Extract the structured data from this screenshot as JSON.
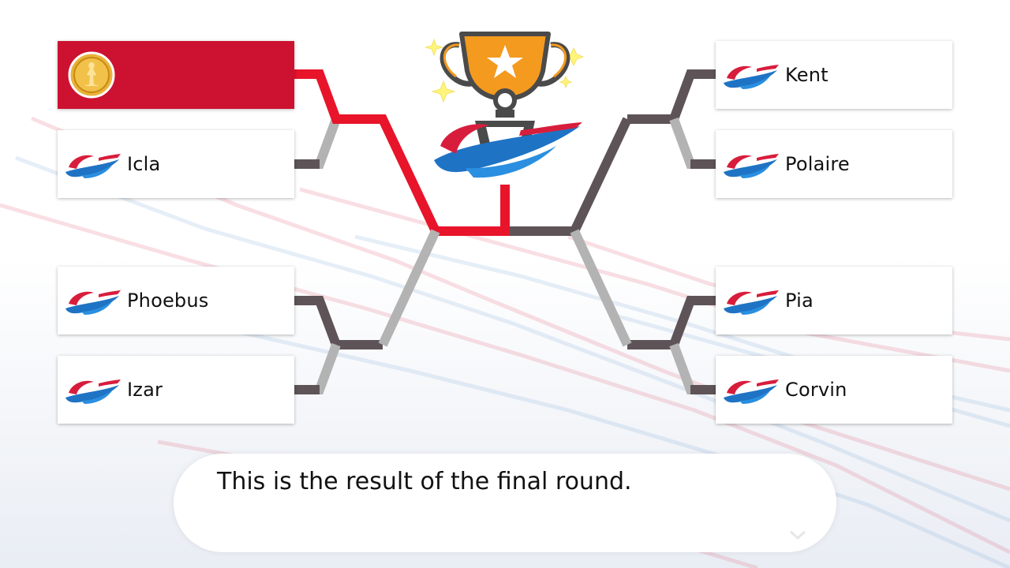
{
  "colors": {
    "winner_red": "#cd1131",
    "path_red": "#e8142a",
    "path_dark": "#5e5457",
    "path_light": "#b3b3b3",
    "trophy_orange": "#f39a1f"
  },
  "bracket": {
    "left": [
      {
        "name": "",
        "winner": true,
        "icon": "medal-icon"
      },
      {
        "name": "Icla",
        "icon": "league-logo-icon"
      },
      {
        "name": "Phoebus",
        "icon": "league-logo-icon"
      },
      {
        "name": "Izar",
        "icon": "league-logo-icon"
      }
    ],
    "right": [
      {
        "name": "Kent",
        "icon": "league-logo-icon"
      },
      {
        "name": "Polaire",
        "icon": "league-logo-icon"
      },
      {
        "name": "Pia",
        "icon": "league-logo-icon"
      },
      {
        "name": "Corvin",
        "icon": "league-logo-icon"
      }
    ]
  },
  "dialog": {
    "message": "This is the result of the final round."
  }
}
